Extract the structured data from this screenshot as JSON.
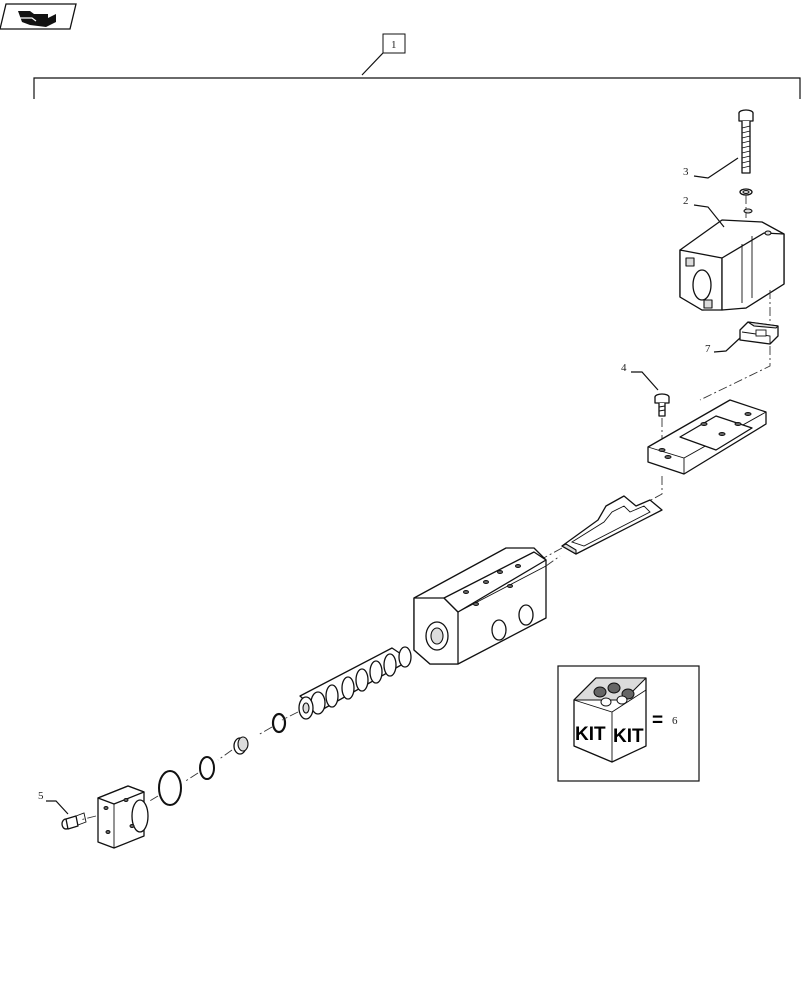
{
  "callouts": {
    "c1": "1",
    "c2": "2",
    "c3": "3",
    "c4": "4",
    "c5": "5",
    "c6": "6",
    "c7": "7"
  },
  "kit": {
    "label_left": "KIT",
    "label_right": "KIT",
    "equals": "="
  },
  "icons": {
    "nav": "page-turn-icon"
  }
}
